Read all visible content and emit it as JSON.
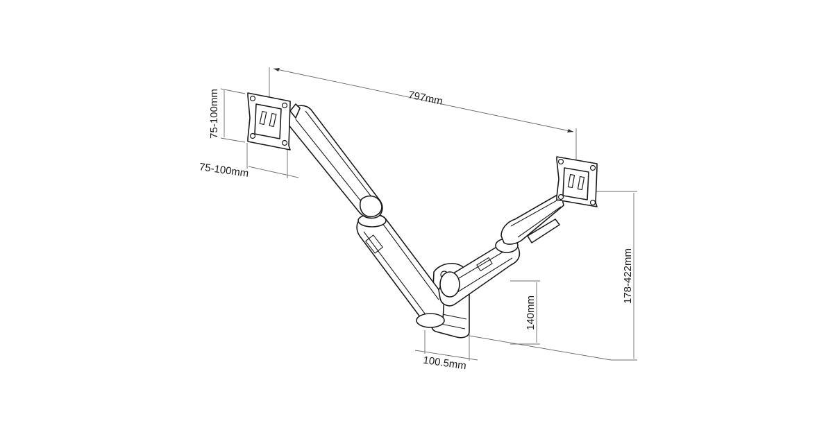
{
  "diagram": {
    "dimensions": {
      "total_width": "797mm",
      "vesa_vertical": "75-100mm",
      "vesa_horizontal": "75-100mm",
      "height_range": "178-422mm",
      "mount_height": "140mm",
      "mount_depth": "100.5mm"
    }
  }
}
